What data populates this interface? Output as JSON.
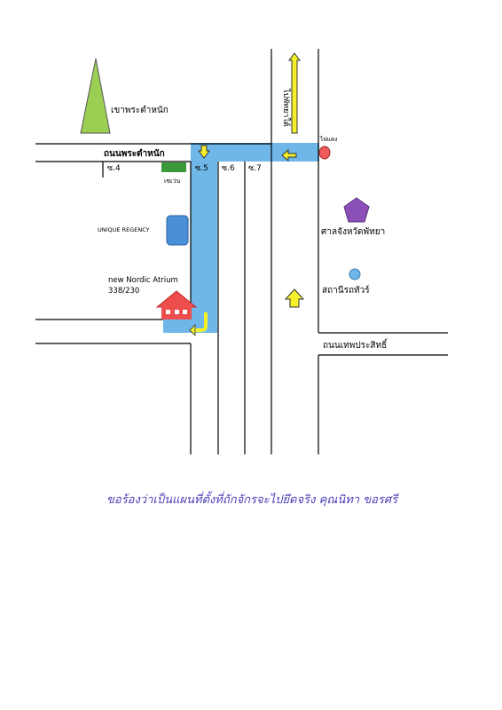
{
  "map": {
    "labels": {
      "mountain": "เขาพระตำหนัก",
      "road_phra_tamnak": "ถนนพระตำหนัก",
      "soi4": "ซ.4",
      "soi5": "ซ.5",
      "soi6": "ซ.6",
      "soi7": "ซ.7",
      "seven_eleven": "เซเว่น",
      "unique_regency": "UNIQUE REGENCY",
      "nordic_name": "new Nordic Atrium",
      "nordic_number": "338/230",
      "traffic_light": "ไฟแดง",
      "to_jomtien": "ไปพัทยาใต้",
      "court": "ศาลจังหวัดพัทยา",
      "bus_station": "สถานีรถทัวร์",
      "road_thepprasit": "ถนนเทพประสิทธิ์",
      "handwritten_note": "ขอร้องว่าเป็นแผนที่ตั้งที่ถักจักรจะไปยึดจริง คุณนิทา ขอรศรี"
    },
    "colors": {
      "route": "#6fb7e8",
      "mountain": "#9bcf53",
      "seven_eleven": "#3a9a3a",
      "unique_regency": "#4a90d9",
      "house": "#ee4d4d",
      "traffic_light": "#ef5a5a",
      "court": "#8b4fb8",
      "bus_station": "#6fb7e8",
      "arrow_yellow": "#f5f02a",
      "handwriting": "#4b3fb5"
    }
  }
}
